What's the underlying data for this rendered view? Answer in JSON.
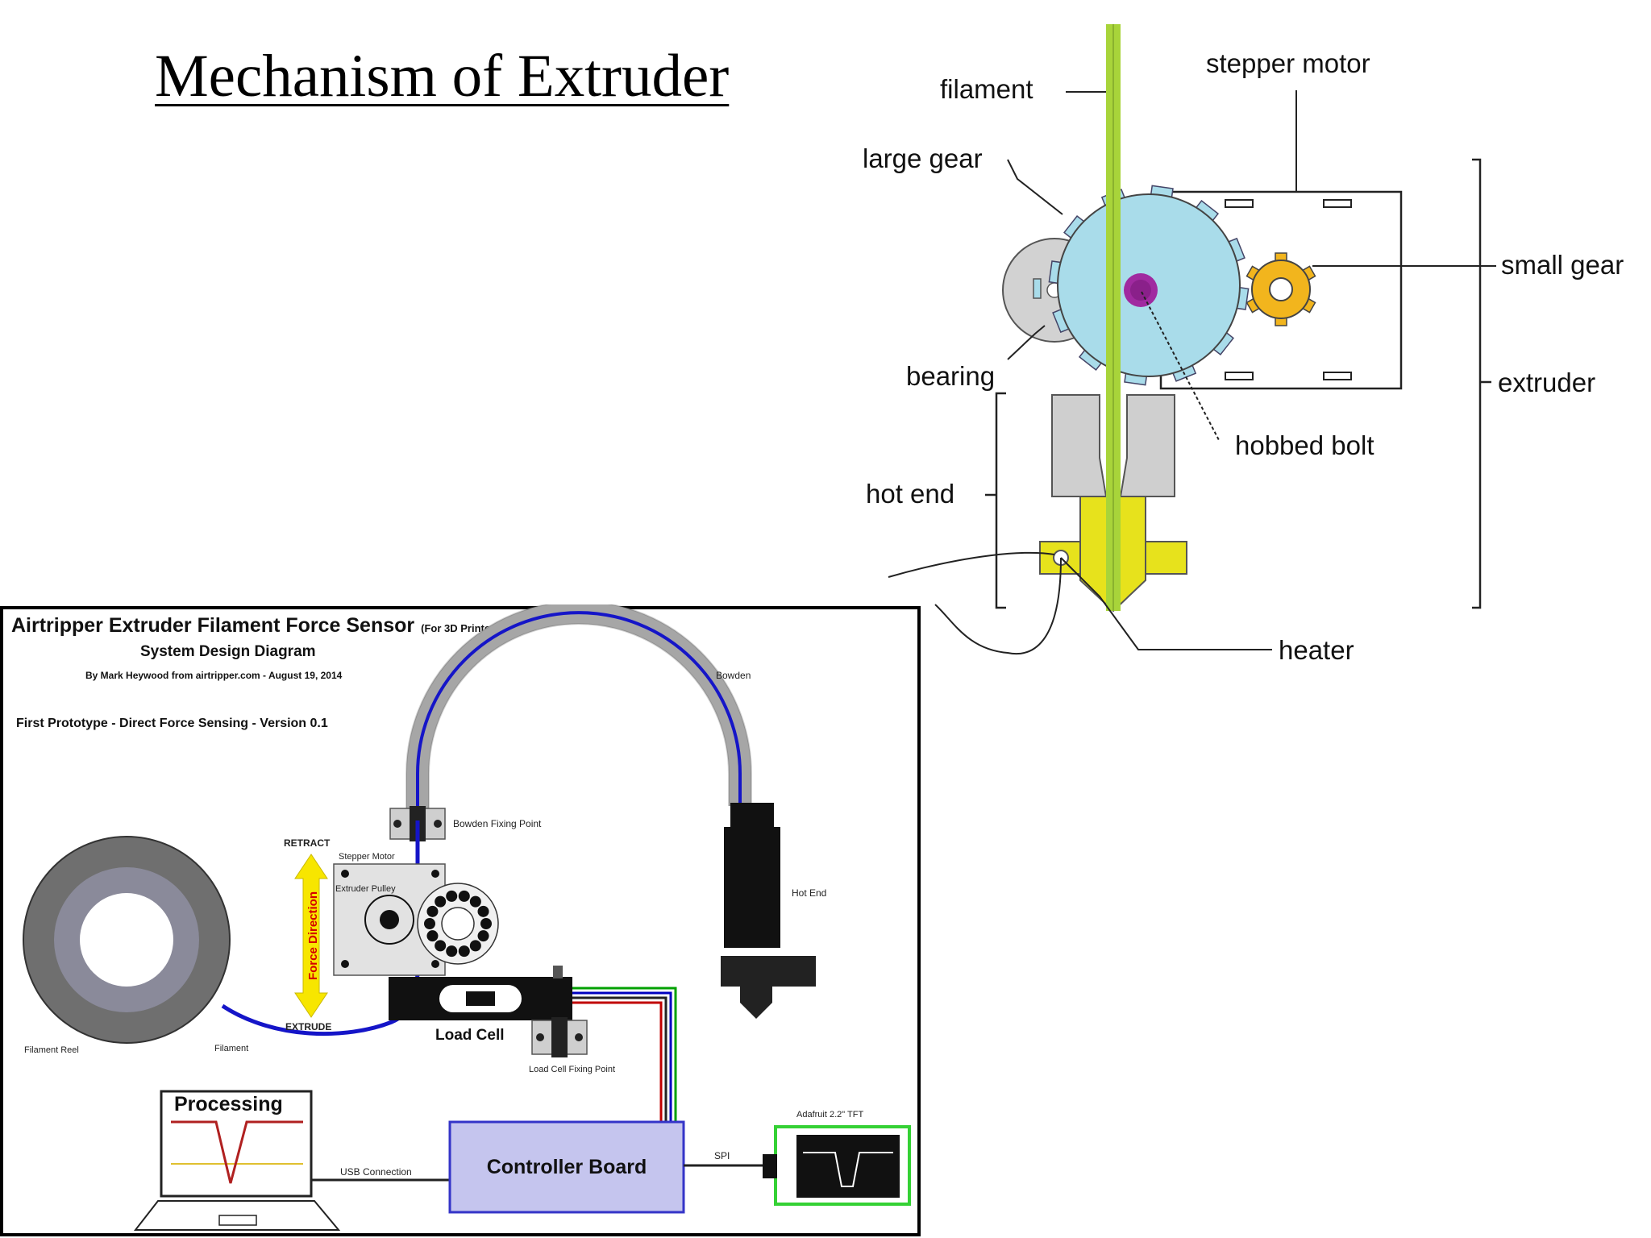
{
  "slide": {
    "title": "Mechanism of Extruder"
  },
  "mechanism": {
    "labels": {
      "filament": "filament",
      "stepper_motor": "stepper motor",
      "large_gear": "large gear",
      "small_gear": "small gear",
      "bearing": "bearing",
      "extruder": "extruder",
      "hobbed_bolt": "hobbed bolt",
      "hot_end": "hot end",
      "heater": "heater"
    },
    "colors": {
      "filament": "#a8d43a",
      "large_gear": "#a9dcea",
      "small_gear": "#f2b51d",
      "bearing": "#d2d2d2",
      "hobbed_bolt": "#a02aa0",
      "heater": "#e7e21c",
      "hot_end_block": "#cfcfcf"
    }
  },
  "airtripper": {
    "title": "Airtripper Extruder Filament Force Sensor",
    "title_suffix": "(For 3D Printers)",
    "subtitle": "System Design Diagram",
    "byline": "By Mark Heywood from airtripper.com - August 19, 2014",
    "version": "First Prototype - Direct Force Sensing - Version 0.1",
    "labels": {
      "bowden": "Bowden",
      "bowden_fixing_point": "Bowden Fixing Point",
      "retract": "RETRACT",
      "stepper_motor": "Stepper Motor",
      "extruder_pulley": "Extruder Pulley",
      "force_direction": "Force Direction",
      "extrude": "EXTRUDE",
      "hot_end": "Hot End",
      "load_cell": "Load Cell",
      "load_cell_fixing_point": "Load Cell Fixing Point",
      "filament_reel": "Filament Reel",
      "filament": "Filament",
      "processing": "Processing",
      "usb_connection": "USB Connection",
      "controller_board": "Controller Board",
      "spi": "SPI",
      "tft": "Adafruit 2.2\" TFT"
    },
    "colors": {
      "bowden_tube": "#a6a6a6",
      "filament_line": "#1515c8",
      "controller_fill": "#c5c5ee",
      "controller_border": "#3434c8",
      "tft_border": "#35d135",
      "arrow_fill": "#f7e600",
      "arrow_text": "#d40000",
      "wire_red": "#c00000",
      "wire_green": "#00a000",
      "wire_blue": "#0000c0",
      "trace_red": "#b02020",
      "trace_yellow": "#e0c030"
    }
  }
}
